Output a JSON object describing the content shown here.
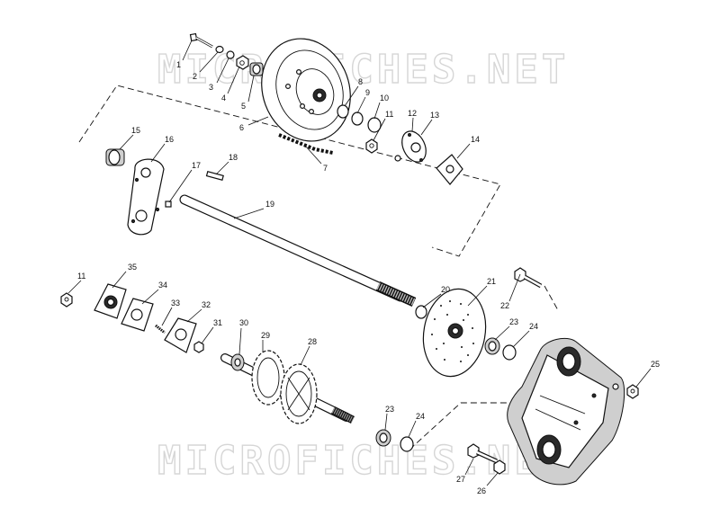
{
  "watermark": "MICROFICHES.NET",
  "callouts": [
    "1",
    "2",
    "3",
    "4",
    "5",
    "6",
    "7",
    "8",
    "9",
    "10",
    "11",
    "12",
    "13",
    "14",
    "15",
    "16",
    "17",
    "18",
    "19",
    "20",
    "21",
    "22",
    "23",
    "24",
    "25",
    "11",
    "35",
    "34",
    "33",
    "32",
    "31",
    "30",
    "29",
    "28",
    "23",
    "24",
    "27",
    "26"
  ]
}
